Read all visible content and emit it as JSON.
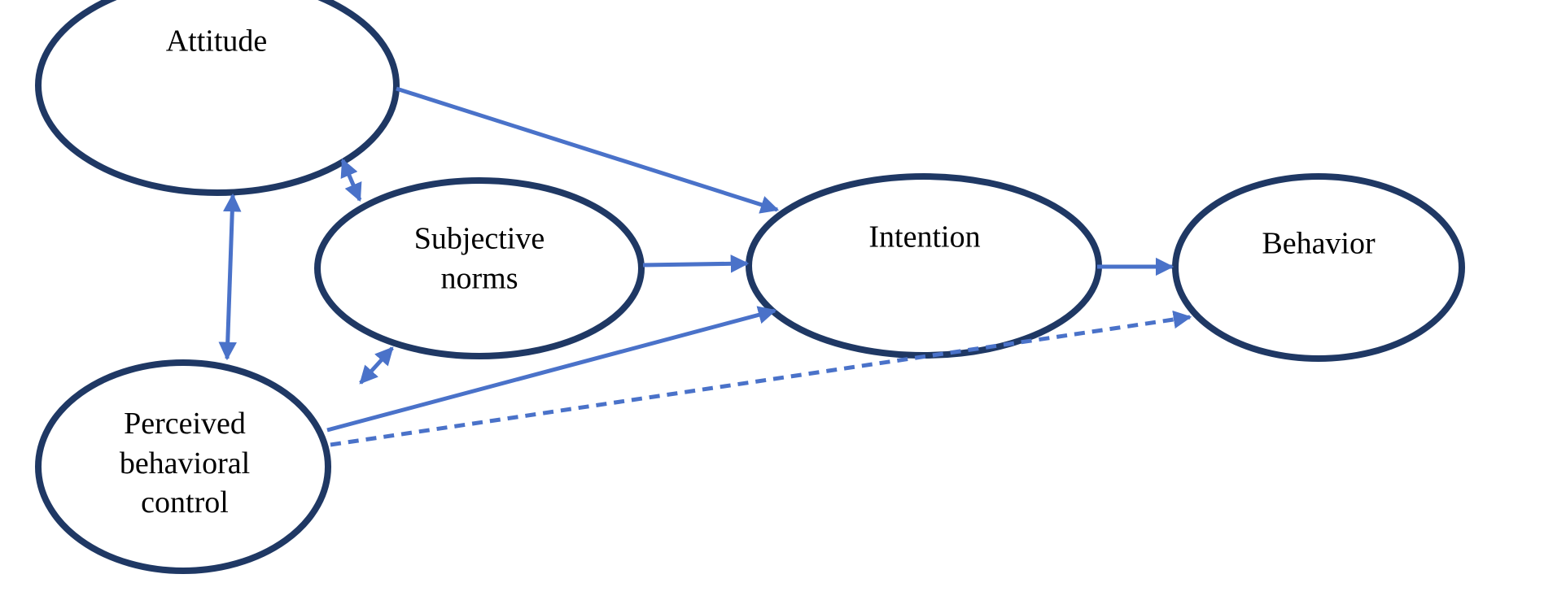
{
  "diagram": {
    "background_color": "#ffffff",
    "node_stroke_color": "#1f3864",
    "node_fill_color": "#ffffff",
    "arrow_color": "#4a72c9",
    "label_color": "#000000",
    "icons": {
      "arrowhead": "filled-triangle"
    },
    "nodes": [
      {
        "id": "attitude",
        "label": "Attitude"
      },
      {
        "id": "subjective-norms",
        "label": "Subjective\nnorms"
      },
      {
        "id": "perceived-behavioral-control",
        "label": "Perceived\nbehavioral\ncontrol"
      },
      {
        "id": "intention",
        "label": "Intention"
      },
      {
        "id": "behavior",
        "label": "Behavior"
      }
    ],
    "edges": [
      {
        "from": "Attitude",
        "to": "Intention",
        "line": "solid",
        "arrows": "one-way"
      },
      {
        "from": "Subjective norms",
        "to": "Intention",
        "line": "solid",
        "arrows": "one-way"
      },
      {
        "from": "Perceived behavioral control",
        "to": "Intention",
        "line": "solid",
        "arrows": "one-way"
      },
      {
        "from": "Intention",
        "to": "Behavior",
        "line": "solid",
        "arrows": "one-way"
      },
      {
        "from": "Perceived behavioral control",
        "to": "Behavior",
        "line": "dashed",
        "arrows": "one-way"
      },
      {
        "from": "Attitude",
        "to": "Subjective norms",
        "line": "solid",
        "arrows": "two-way"
      },
      {
        "from": "Attitude",
        "to": "Perceived behavioral control",
        "line": "solid",
        "arrows": "two-way"
      },
      {
        "from": "Subjective norms",
        "to": "Perceived behavioral control",
        "line": "solid",
        "arrows": "two-way"
      }
    ]
  }
}
